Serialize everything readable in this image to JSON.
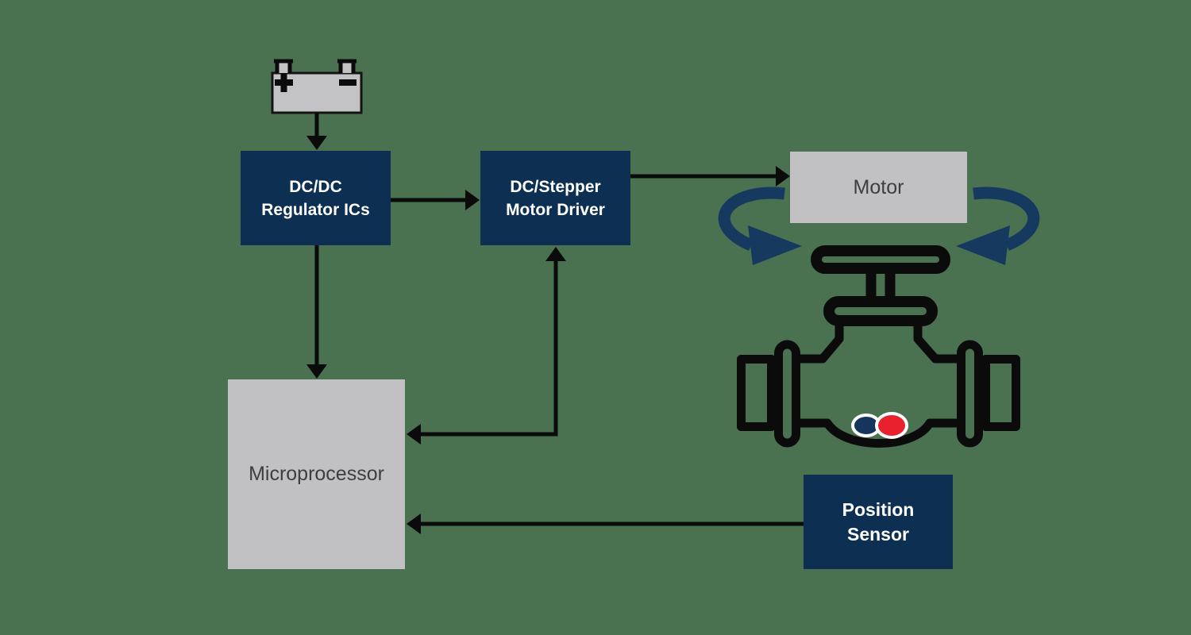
{
  "canvas": {
    "background_color": "#4a7150",
    "description": "Motor-driven valve control block diagram"
  },
  "colors": {
    "navy_box": "#0c2f52",
    "gray_box": "#c1c1c3",
    "connector_black": "#0b0b0b",
    "rotation_arrow_navy": "#16395f",
    "valve_outline": "#0b0b0b",
    "battery_fill": "#c3c3c5",
    "logo_navy": "#15355c",
    "logo_red": "#e8212d",
    "text_light": "#ffffff",
    "text_dark": "#3e3e40"
  },
  "nodes": {
    "battery": {
      "icon": "battery-icon",
      "plus_symbol": "+",
      "minus_symbol": "−"
    },
    "dcdc": {
      "lines": [
        "DC/DC",
        "Regulator ICs"
      ]
    },
    "stepper": {
      "lines": [
        "DC/Stepper",
        "Motor Driver"
      ]
    },
    "motor": {
      "label": "Motor"
    },
    "micro": {
      "label": "Microprocessor"
    },
    "sensor": {
      "lines": [
        "Position",
        "Sensor"
      ]
    }
  },
  "icons": [
    "battery-icon",
    "valve-icon",
    "rotation-arrow-left-icon",
    "rotation-arrow-right-icon",
    "brand-logo-icon"
  ],
  "connections": [
    {
      "from": "battery",
      "to": "dcdc",
      "style": "arrow-down"
    },
    {
      "from": "dcdc",
      "to": "stepper",
      "style": "arrow-right"
    },
    {
      "from": "stepper",
      "to": "motor",
      "style": "arrow-right"
    },
    {
      "from": "dcdc",
      "to": "micro",
      "style": "arrow-down"
    },
    {
      "from": "stepper",
      "to": "micro",
      "style": "elbow-bidirectional"
    },
    {
      "from": "sensor",
      "to": "micro",
      "style": "arrow-left"
    }
  ]
}
